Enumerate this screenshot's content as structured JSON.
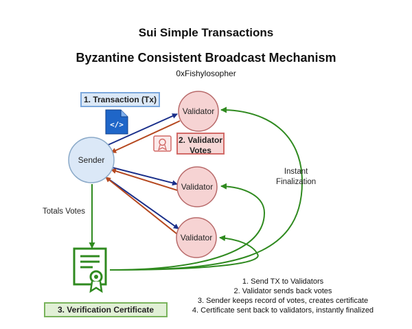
{
  "title": "Sui Simple Transactions",
  "subtitle": "Byzantine Consistent Broadcast Mechanism",
  "author": "0xFishylosopher",
  "nodes": {
    "sender": "Sender",
    "validator1": "Validator",
    "validator2": "Validator",
    "validator3": "Validator"
  },
  "boxes": {
    "transaction": "1. Transaction (Tx)",
    "votes_line1": "2. Validator",
    "votes_line2": "Votes",
    "certificate": "3. Verification Certificate"
  },
  "labels": {
    "totals_votes": "Totals Votes",
    "instant_line1": "Instant",
    "instant_line2": "Finalization"
  },
  "steps": [
    "1. Send TX to Validators",
    "2. Validator sends back votes",
    "3. Sender keeps record of votes, creates certificate",
    "4. Certificate sent back to validators, instantly finalized"
  ],
  "colors": {
    "sender_fill": "#dbe8f7",
    "sender_stroke": "#8aa9c8",
    "validator_fill": "#f6d3d3",
    "validator_stroke": "#b86a6a",
    "blue_arrow": "#1a2f8a",
    "red_arrow": "#b5481f",
    "green_arrow": "#2f8a1f"
  },
  "icons": [
    "code-file-icon",
    "certificate-stamp-icon",
    "certificate-document-icon"
  ]
}
